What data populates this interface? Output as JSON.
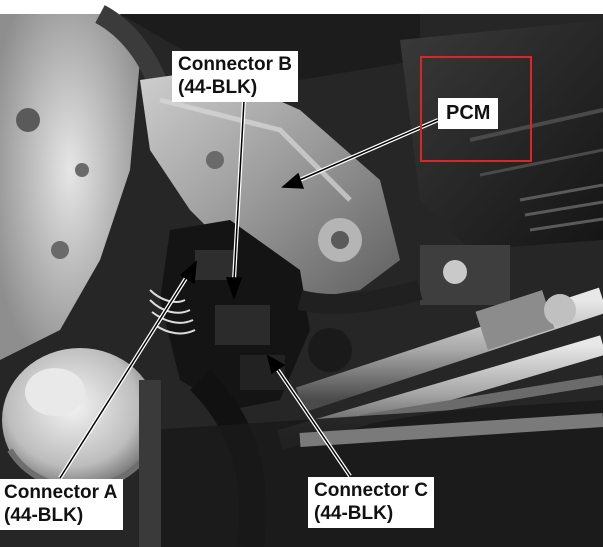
{
  "image": {
    "description_icon": "engine-bay-photo"
  },
  "callouts": {
    "connector_b": {
      "line1": "Connector B",
      "line2": "(44-BLK)"
    },
    "pcm": {
      "label": "PCM"
    },
    "connector_a": {
      "line1": "Connector A",
      "line2": "(44-BLK)"
    },
    "connector_c": {
      "line1": "Connector C",
      "line2": "(44-BLK)"
    }
  },
  "colors": {
    "highlight_box": "#d8262b",
    "label_bg": "#ffffff",
    "label_text": "#111111"
  }
}
